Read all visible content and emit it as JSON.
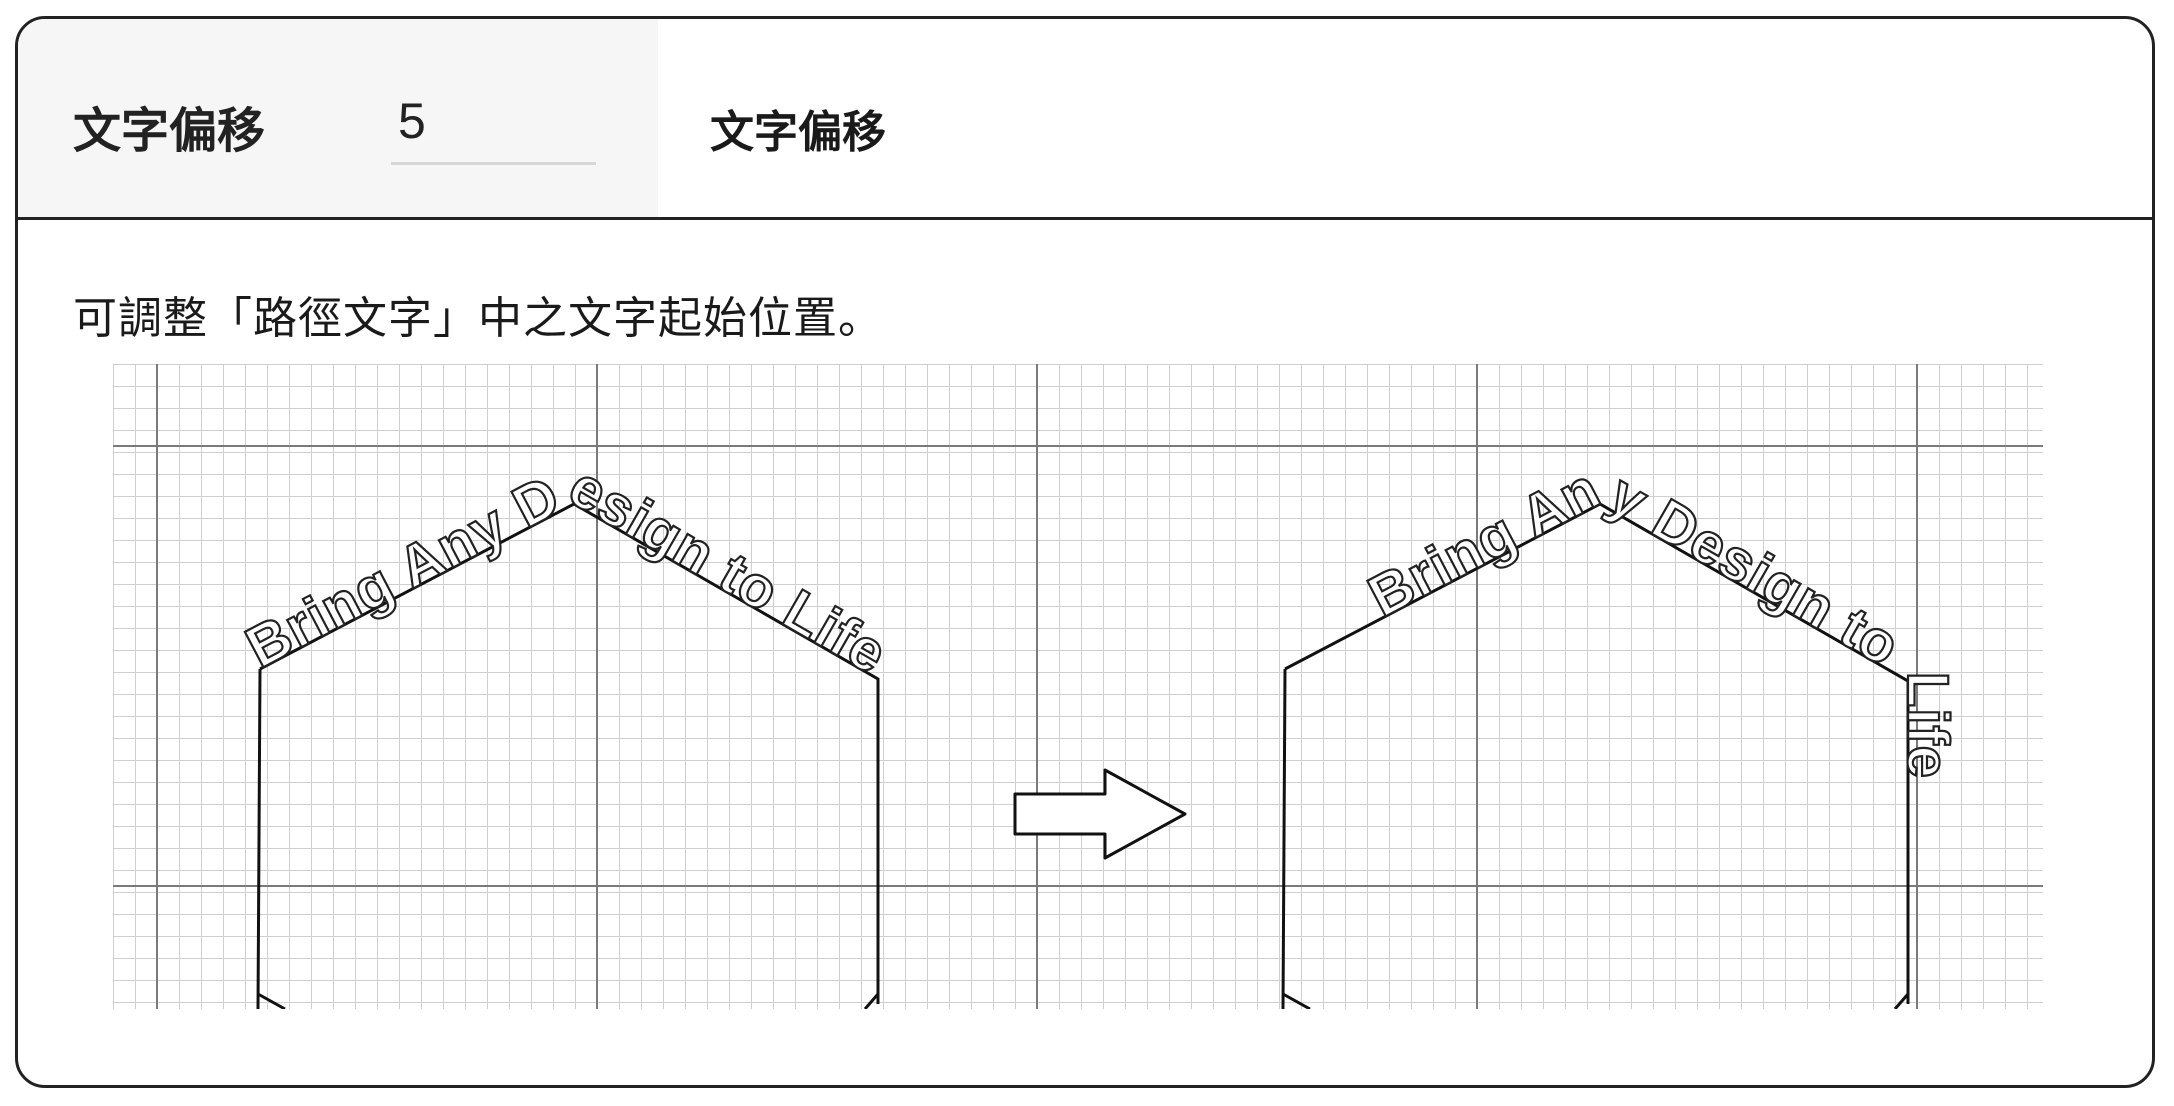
{
  "setting": {
    "label": "文字偏移",
    "value": "5",
    "title": "文字偏移"
  },
  "description": "可調整「路徑文字」中之文字起始位置。",
  "illustration": {
    "before_text": "Bring Any Design to Life",
    "after_text": "Bring Any Design to Life",
    "arrow_icon": "right-arrow-icon"
  }
}
